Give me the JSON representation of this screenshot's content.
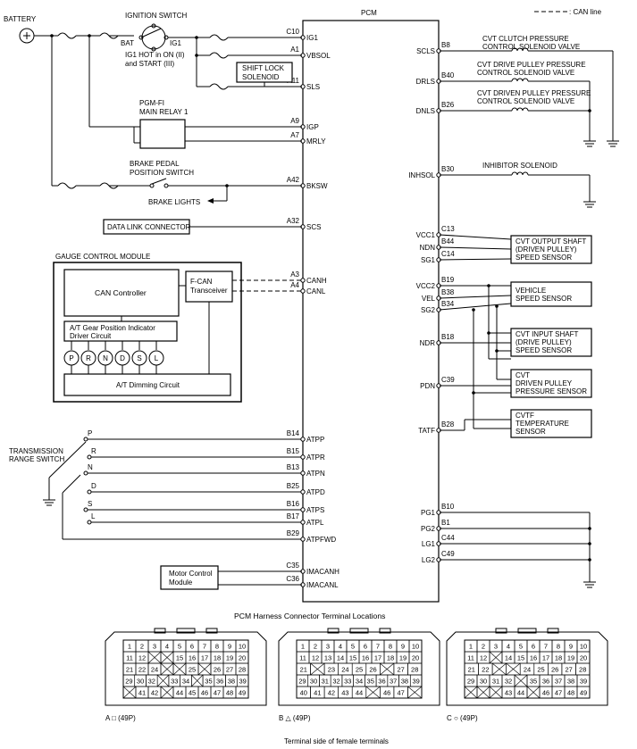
{
  "legend": {
    "can_line": ": CAN line"
  },
  "pcm": {
    "title": "PCM",
    "left_pins": [
      {
        "pin": "C10",
        "name": "IG1"
      },
      {
        "pin": "A1",
        "name": "VBSOL"
      },
      {
        "pin": "A11",
        "name": "SLS"
      },
      {
        "pin": "A9",
        "name": "IGP"
      },
      {
        "pin": "A7",
        "name": "MRLY"
      },
      {
        "pin": "A42",
        "name": "BKSW"
      },
      {
        "pin": "A32",
        "name": "SCS"
      },
      {
        "pin": "A3",
        "name": "CANH"
      },
      {
        "pin": "A4",
        "name": "CANL"
      },
      {
        "pin": "B14",
        "name": "ATPP"
      },
      {
        "pin": "B15",
        "name": "ATPR"
      },
      {
        "pin": "B13",
        "name": "ATPN"
      },
      {
        "pin": "B25",
        "name": "ATPD"
      },
      {
        "pin": "B16",
        "name": "ATPS"
      },
      {
        "pin": "B17",
        "name": "ATPL"
      },
      {
        "pin": "B29",
        "name": "ATPFWD"
      },
      {
        "pin": "C35",
        "name": "IMACANH"
      },
      {
        "pin": "C36",
        "name": "IMACANL"
      }
    ],
    "right_pins": [
      {
        "pin": "B8",
        "name": "SCLS"
      },
      {
        "pin": "B40",
        "name": "DRLS"
      },
      {
        "pin": "B26",
        "name": "DNLS"
      },
      {
        "pin": "B30",
        "name": "INHSOL"
      },
      {
        "pin": "C13",
        "name": "VCC1"
      },
      {
        "pin": "B44",
        "name": "NDN"
      },
      {
        "pin": "C14",
        "name": "SG1"
      },
      {
        "pin": "B19",
        "name": "VCC2"
      },
      {
        "pin": "B38",
        "name": "VEL"
      },
      {
        "pin": "B34",
        "name": "SG2"
      },
      {
        "pin": "B18",
        "name": "NDR"
      },
      {
        "pin": "C39",
        "name": "PDN"
      },
      {
        "pin": "B28",
        "name": "TATF"
      },
      {
        "pin": "B10",
        "name": "PG1"
      },
      {
        "pin": "B1",
        "name": "PG2"
      },
      {
        "pin": "C44",
        "name": "LG1"
      },
      {
        "pin": "C49",
        "name": "LG2"
      }
    ]
  },
  "labels": {
    "battery": "BATTERY",
    "ignition_switch": "IGNITION SWITCH",
    "bat": "BAT",
    "ig1": "IG1",
    "ig1_note_1": "IG1 HOT in ON (II)",
    "ig1_note_2": "and START (III)",
    "shift_lock_1": "SHIFT LOCK",
    "shift_lock_2": "SOLENOID",
    "pgmfi_1": "PGM-FI",
    "pgmfi_2": "MAIN RELAY 1",
    "brake_switch_1": "BRAKE PEDAL",
    "brake_switch_2": "POSITION SWITCH",
    "brake_lights": "BRAKE LIGHTS",
    "data_link": "DATA LINK CONNECTOR",
    "gauge_module": "GAUGE CONTROL MODULE",
    "can_controller": "CAN Controller",
    "fcan_1": "F-CAN",
    "fcan_2": "Transceiver",
    "gear_ind_1": "A/T Gear Position Indicator",
    "gear_ind_2": "Driver Circuit",
    "dimming": "A/T Dimming Circuit",
    "gear_letters": [
      "P",
      "R",
      "N",
      "D",
      "S",
      "L"
    ],
    "trs_1": "TRANSMISSION",
    "trs_2": "RANGE SWITCH",
    "trs_positions": [
      "P",
      "R",
      "N",
      "D",
      "S",
      "L"
    ],
    "motor_1": "Motor Control",
    "motor_2": "Module",
    "clutch_1": "CVT CLUTCH PRESSURE",
    "clutch_2": "CONTROL SOLENOID VALVE",
    "drive_1": "CVT DRIVE PULLEY PRESSURE",
    "drive_2": "CONTROL SOLENOID VALVE",
    "driven_1": "CVT DRIVEN PULLEY PRESSURE",
    "driven_2": "CONTROL SOLENOID VALVE",
    "inhibitor": "INHIBITOR SOLENOID",
    "out_shaft": [
      "CVT OUTPUT SHAFT",
      "(DRIVEN PULLEY)",
      "SPEED SENSOR"
    ],
    "veh_speed": [
      "VEHICLE",
      "SPEED SENSOR"
    ],
    "in_shaft": [
      "CVT INPUT SHAFT",
      "(DRIVE PULLEY)",
      "SPEED SENSOR"
    ],
    "driven_press": [
      "CVT",
      "DRIVEN PULLEY",
      "PRESSURE SENSOR"
    ],
    "cvtf_temp": [
      "CVTF",
      "TEMPERATURE",
      "SENSOR"
    ]
  },
  "connectors": {
    "title": "PCM Harness Connector Terminal Locations",
    "footer": "Terminal side of female terminals",
    "items": [
      {
        "label": "A □ (49P)",
        "rows": [
          [
            "1",
            "2",
            "3",
            "4",
            "5",
            "6",
            "7",
            "8",
            "9",
            "10"
          ],
          [
            "11",
            "12",
            "",
            "",
            "15",
            "16",
            "17",
            "18",
            "19",
            "20"
          ],
          [
            "21",
            "22",
            "24",
            "",
            "",
            "25",
            "",
            "26",
            "27",
            "28"
          ],
          [
            "29",
            "30",
            "32",
            "",
            "33",
            "34",
            "",
            "35",
            "36",
            "38",
            "39"
          ],
          [
            "",
            "41",
            "42",
            "",
            "44",
            "45",
            "46",
            "47",
            "48",
            "49"
          ]
        ]
      },
      {
        "label": "B △ (49P)",
        "rows": [
          [
            "1",
            "2",
            "3",
            "4",
            "5",
            "6",
            "7",
            "8",
            "9",
            "10"
          ],
          [
            "11",
            "12",
            "13",
            "14",
            "15",
            "16",
            "17",
            "18",
            "19",
            "20"
          ],
          [
            "21",
            "",
            "23",
            "24",
            "25",
            "26",
            "",
            "27",
            "28"
          ],
          [
            "29",
            "30",
            "31",
            "32",
            "33",
            "34",
            "35",
            "36",
            "37",
            "38",
            "39"
          ],
          [
            "40",
            "41",
            "42",
            "43",
            "44",
            "",
            "46",
            "47",
            ""
          ]
        ]
      },
      {
        "label": "C ○ (49P)",
        "rows": [
          [
            "1",
            "2",
            "3",
            "4",
            "5",
            "6",
            "7",
            "8",
            "9",
            "10"
          ],
          [
            "11",
            "12",
            "",
            "14",
            "15",
            "16",
            "17",
            "18",
            "19",
            "20"
          ],
          [
            "21",
            "22",
            "",
            "",
            "24",
            "25",
            "26",
            "27",
            "28"
          ],
          [
            "29",
            "30",
            "31",
            "32",
            "",
            "35",
            "36",
            "37",
            "38",
            "39"
          ],
          [
            "",
            "",
            "",
            "43",
            "44",
            "",
            "46",
            "47",
            "48",
            "49"
          ]
        ]
      }
    ]
  }
}
